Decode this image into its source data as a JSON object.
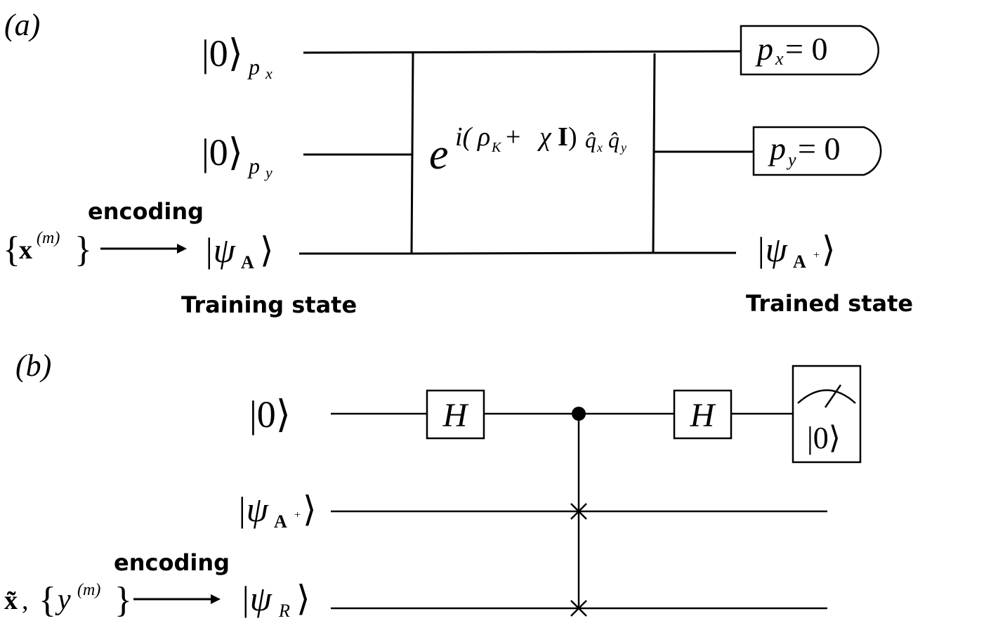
{
  "panel_a": {
    "label": "(a)",
    "inputs": {
      "px_ket": "|0⟩",
      "px_sub": "p",
      "px_subsub": "x",
      "py_ket": "|0⟩",
      "py_sub": "p",
      "py_subsub": "y",
      "psi_open": "|ψ",
      "psi_sub": "A",
      "psi_close": "⟩"
    },
    "source": {
      "brace_open": "{",
      "vec": "x",
      "superscript": "(m)",
      "brace_close": "}"
    },
    "encoding_label": "encoding",
    "training_label": "Training state",
    "trained_label": "Trained state",
    "gate": {
      "base": "e",
      "exponent_i": "i(",
      "rho": "ρ",
      "rho_sub": "K",
      "plus": " + ",
      "chi": "χ",
      "identity": "I",
      "close": ")",
      "qx": "q̂",
      "qx_sub": "x",
      "qy": "q̂",
      "qy_sub": "y"
    },
    "measurements": {
      "px_var": "p",
      "px_sub": "x",
      "px_eq": " = 0",
      "py_var": "p",
      "py_sub": "y",
      "py_eq": " = 0"
    },
    "output": {
      "psi_open": "|ψ",
      "psi_sub": "A",
      "psi_sup": "+",
      "psi_close": "⟩"
    }
  },
  "panel_b": {
    "label": "(b)",
    "inputs": {
      "ancilla_ket": "|0⟩",
      "psiA_open": "|ψ",
      "psiA_sub": "A",
      "psiA_sup": "+",
      "psiA_close": "⟩",
      "psiR_open": "|ψ",
      "psiR_sub": "R",
      "psiR_close": "⟩"
    },
    "source": {
      "xtilde": "x̃",
      "comma": ", ",
      "brace_open": "{",
      "y": "y",
      "superscript": "(m)",
      "brace_close": "}"
    },
    "encoding_label": "encoding",
    "hadamard_1": "H",
    "hadamard_2": "H",
    "meter_result": "|0⟩"
  }
}
